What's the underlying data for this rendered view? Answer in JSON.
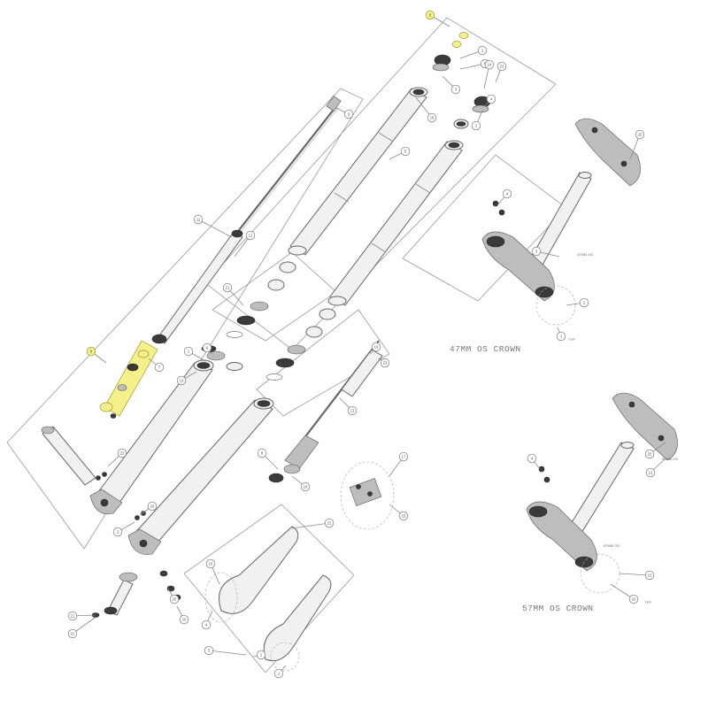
{
  "diagram": {
    "crown_labels": {
      "crown_47": "47MM OS CROWN",
      "crown_57": "57MM OS CROWN"
    },
    "small_texts": {
      "t1": "47MM OS",
      "t2": "57MM OS",
      "t3": "57MM OS",
      "t4": "TYP",
      "t5": "TYP"
    },
    "callouts": [
      {
        "text": "8",
        "highlight": true
      },
      {
        "text": "1"
      },
      {
        "text": "3"
      },
      {
        "text": "6"
      },
      {
        "text": "14"
      },
      {
        "text": "23"
      },
      {
        "text": "1"
      },
      {
        "text": "16"
      },
      {
        "text": "4"
      },
      {
        "text": "5"
      },
      {
        "text": "9"
      },
      {
        "text": "11"
      },
      {
        "text": "12"
      },
      {
        "text": "21"
      },
      {
        "text": "8",
        "highlight": true
      },
      {
        "text": "7"
      },
      {
        "text": "2"
      },
      {
        "text": "6"
      },
      {
        "text": "10"
      },
      {
        "text": "19"
      },
      {
        "text": "23"
      },
      {
        "text": "23"
      },
      {
        "text": "2"
      },
      {
        "text": "20"
      },
      {
        "text": "13"
      },
      {
        "text": "17"
      },
      {
        "text": "15"
      },
      {
        "text": "22"
      },
      {
        "text": "21"
      },
      {
        "text": "22"
      },
      {
        "text": "8"
      },
      {
        "text": "18"
      },
      {
        "text": "16"
      },
      {
        "text": "4"
      },
      {
        "text": "3"
      },
      {
        "text": "2"
      },
      {
        "text": "1"
      },
      {
        "text": "4"
      },
      {
        "text": "20"
      },
      {
        "text": "3"
      },
      {
        "text": "2"
      },
      {
        "text": "1"
      },
      {
        "text": "4"
      },
      {
        "text": "20"
      },
      {
        "text": "12"
      },
      {
        "text": "10"
      },
      {
        "text": "10"
      },
      {
        "text": "20"
      },
      {
        "text": "20"
      }
    ]
  }
}
